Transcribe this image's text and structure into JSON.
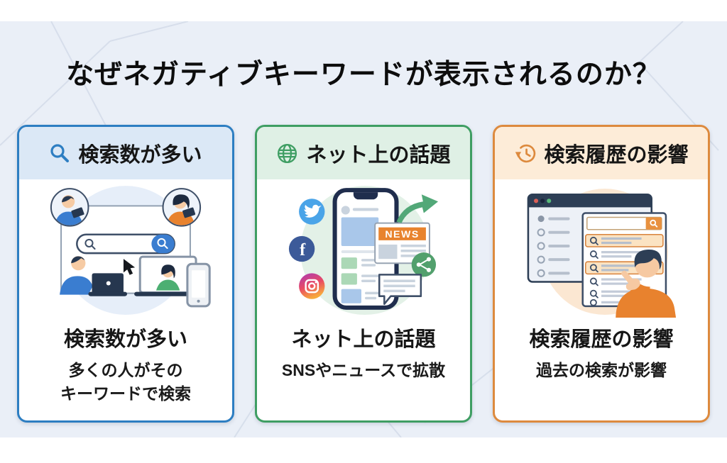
{
  "title": "なぜネガティブキーワードが表示されるのか？",
  "background": {
    "page": "#ffffff",
    "canvas": "#eaeff7",
    "pattern_line": "#d4dce9"
  },
  "cards": [
    {
      "id": "high-search-volume",
      "icon": "magnifier-icon",
      "accent": "#2d7ec2",
      "header_bg": "#dbe8f6",
      "illustration_bg": "#e6eef9",
      "header": "検索数が多い",
      "body_title": "検索数が多い",
      "body_sub": "多くの人がその\nキーワードで検索"
    },
    {
      "id": "online-buzz",
      "icon": "globe-icon",
      "accent": "#3f9e63",
      "header_bg": "#dff0e5",
      "illustration_bg": "#e3f1e7",
      "header": "ネット上の話題",
      "body_title": "ネット上の話題",
      "body_sub": "SNSやニュースで拡散"
    },
    {
      "id": "search-history",
      "icon": "history-clock-icon",
      "accent": "#dd8a3e",
      "header_bg": "#fdecd8",
      "illustration_bg": "#fbe7d2",
      "header": "検索履歴の影響",
      "body_title": "検索履歴の影響",
      "body_sub": "過去の検索が影響"
    }
  ],
  "illustrations": {
    "sns": {
      "news_label": "NEWS",
      "facebook_f": "f"
    }
  }
}
